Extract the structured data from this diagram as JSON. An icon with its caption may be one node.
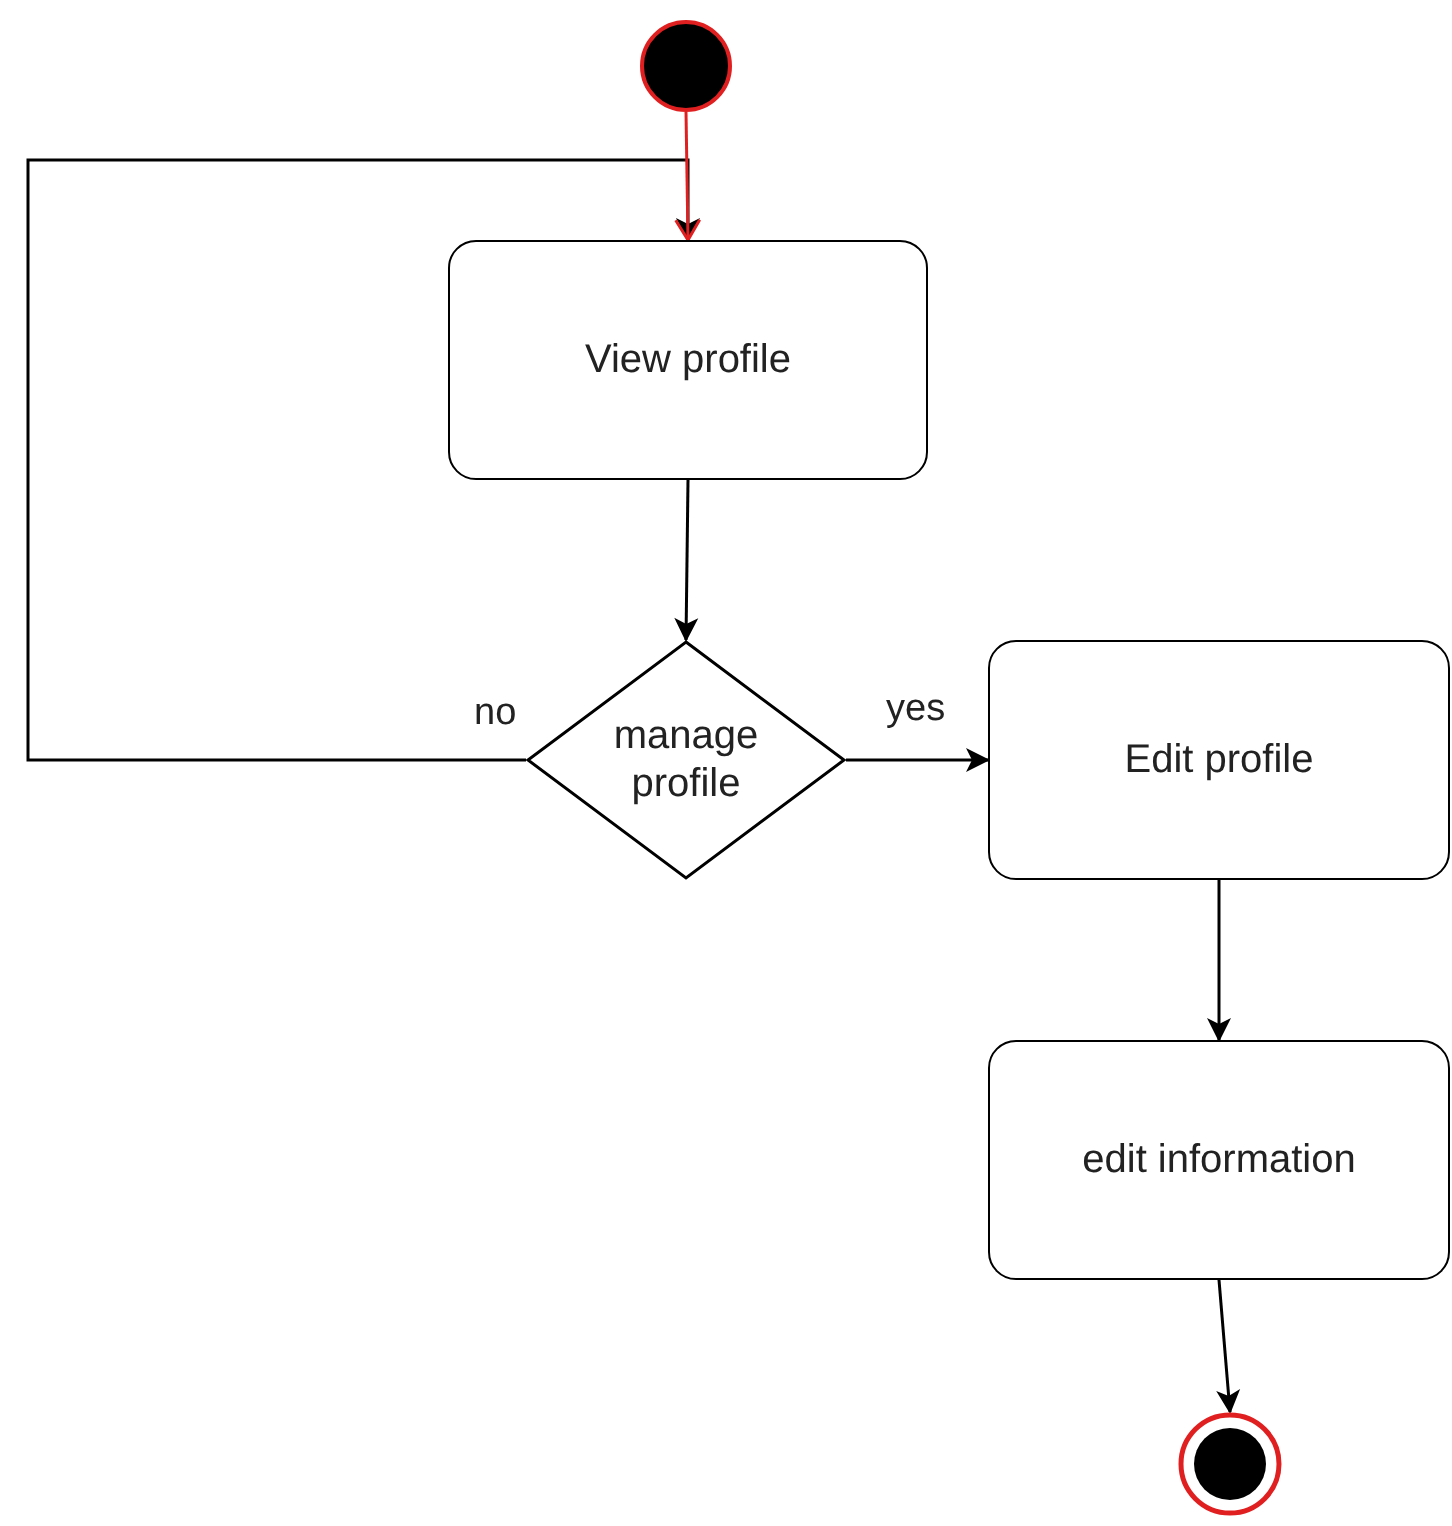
{
  "diagram": {
    "nodes": [
      {
        "text": [],
        "shape": "circle"
      },
      {
        "text": [
          "View profile"
        ]
      },
      {
        "text": [
          "manage profile"
        ]
      },
      {
        "text": [
          "Edit profile"
        ]
      },
      {
        "text": [
          "edit information"
        ]
      },
      {
        "text": [],
        "shape": "bullseye"
      }
    ],
    "edges": [
      {
        "from": 0,
        "to": 1,
        "arrow": "to",
        "color": "#e02020"
      },
      {
        "from": 1,
        "to": 2,
        "arrow": "to"
      },
      {
        "from": 2,
        "to": 3,
        "arrow": "to",
        "label": "yes"
      },
      {
        "from": 2,
        "to": 1,
        "arrow": "to",
        "label": "no"
      },
      {
        "from": 3,
        "to": 4,
        "arrow": "to"
      },
      {
        "from": 4,
        "to": 5,
        "arrow": "to"
      }
    ]
  }
}
